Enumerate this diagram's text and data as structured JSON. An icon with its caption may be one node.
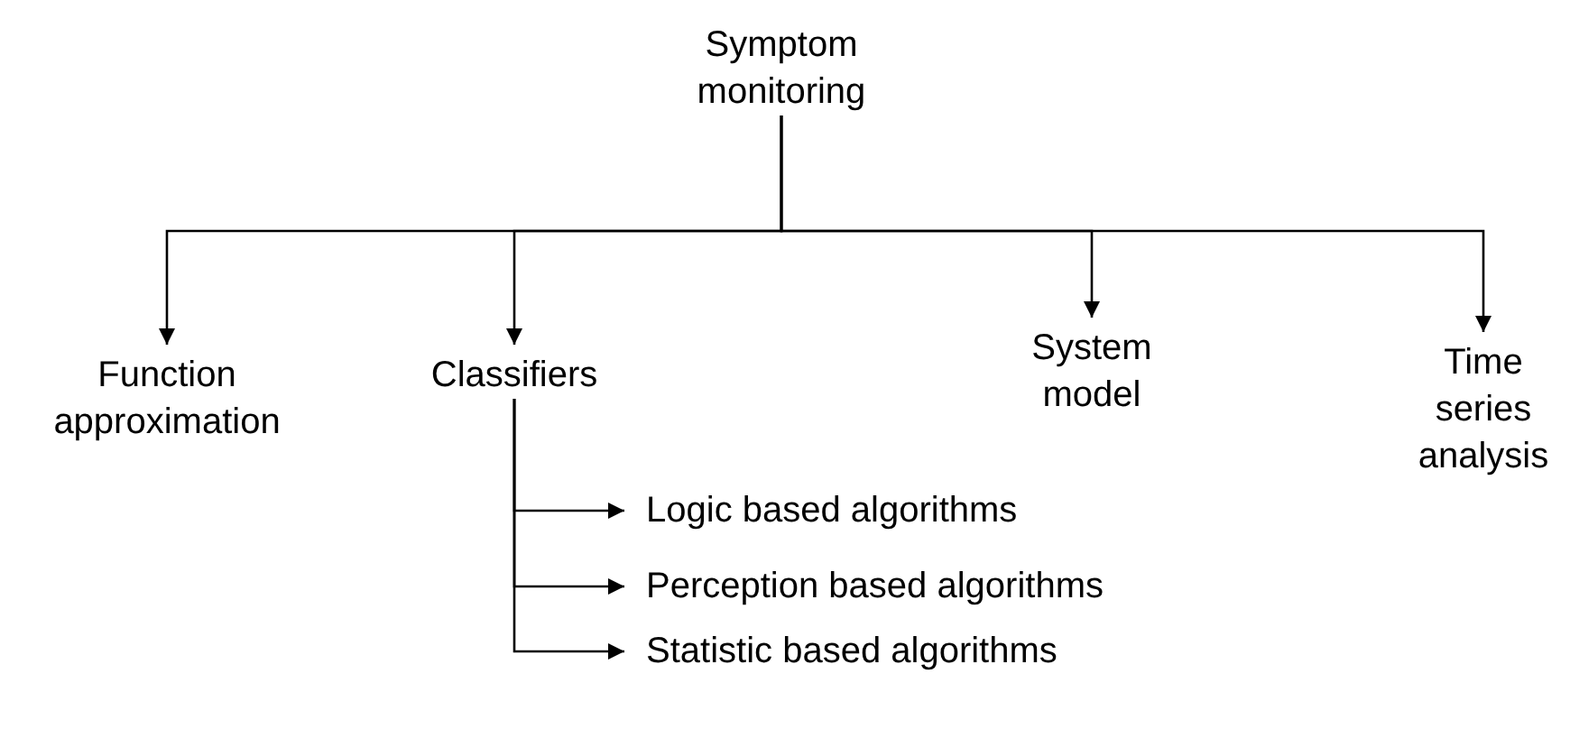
{
  "diagram": {
    "nodes": [
      {
        "text": [
          "Symptom monitoring"
        ]
      },
      {
        "text": [
          "Function approximation"
        ]
      },
      {
        "text": [
          "Classifiers"
        ]
      },
      {
        "text": [
          "System model"
        ]
      },
      {
        "text": [
          "Time series analysis"
        ]
      },
      {
        "text": [
          "Logic based algorithms"
        ]
      },
      {
        "text": [
          "Perception based algorithms"
        ]
      },
      {
        "text": [
          "Statistic based algorithms"
        ]
      }
    ],
    "edges": [
      {
        "from": 0,
        "to": 1,
        "arrow": "to"
      },
      {
        "from": 0,
        "to": 2,
        "arrow": "to"
      },
      {
        "from": 0,
        "to": 3,
        "arrow": "to"
      },
      {
        "from": 0,
        "to": 4,
        "arrow": "to"
      },
      {
        "from": 2,
        "to": 5,
        "arrow": "to"
      },
      {
        "from": 2,
        "to": 6,
        "arrow": "to"
      },
      {
        "from": 2,
        "to": 7,
        "arrow": "to"
      }
    ]
  }
}
